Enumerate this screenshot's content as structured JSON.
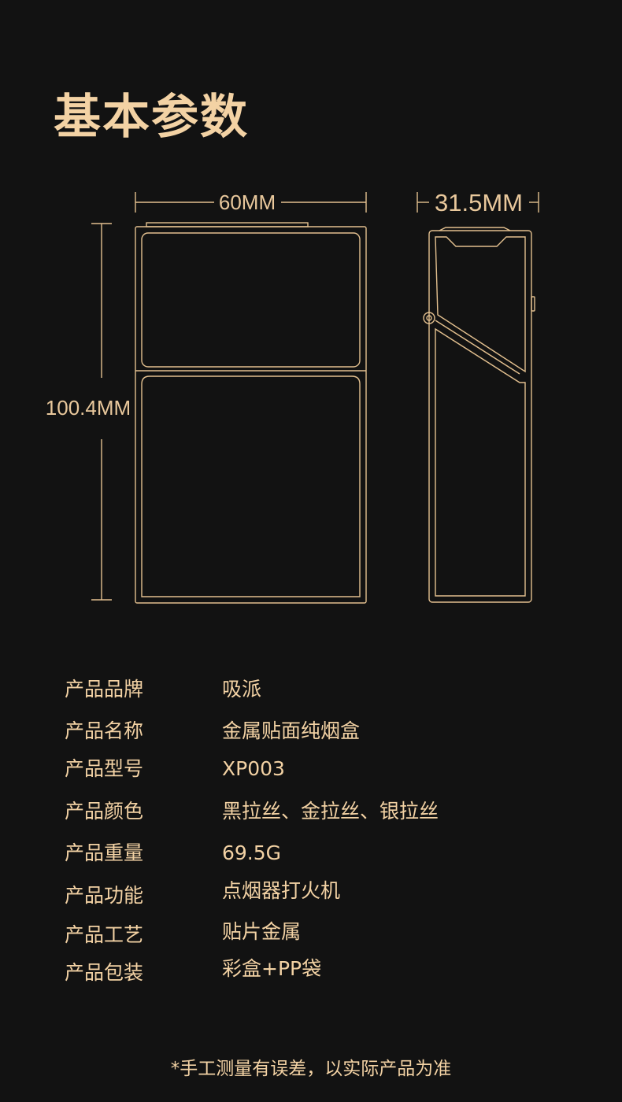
{
  "title": "基本参数",
  "dimensions": {
    "width_label": "60MM",
    "depth_label": "31.5MM",
    "height_label": "100.4MM"
  },
  "specs": [
    {
      "label": "产品品牌",
      "value": "吸派"
    },
    {
      "label": "产品名称",
      "value": "金属贴面纯烟盒"
    },
    {
      "label": "产品型号",
      "value": "XP003"
    },
    {
      "label": "产品颜色",
      "value": "黑拉丝、金拉丝、银拉丝"
    },
    {
      "label": "产品重量",
      "value": "69.5G"
    },
    {
      "label": "产品功能",
      "value": "点烟器打火机"
    },
    {
      "label": "产品工艺",
      "value": "贴片金属"
    },
    {
      "label": "产品包装",
      "value": "彩盒+PP袋"
    }
  ],
  "footnote": "*手工测量有误差，以实际产品为准",
  "colors": {
    "background": "#121212",
    "accent_gold": "#f3d2a4",
    "line_gold": "#e3c08f"
  }
}
